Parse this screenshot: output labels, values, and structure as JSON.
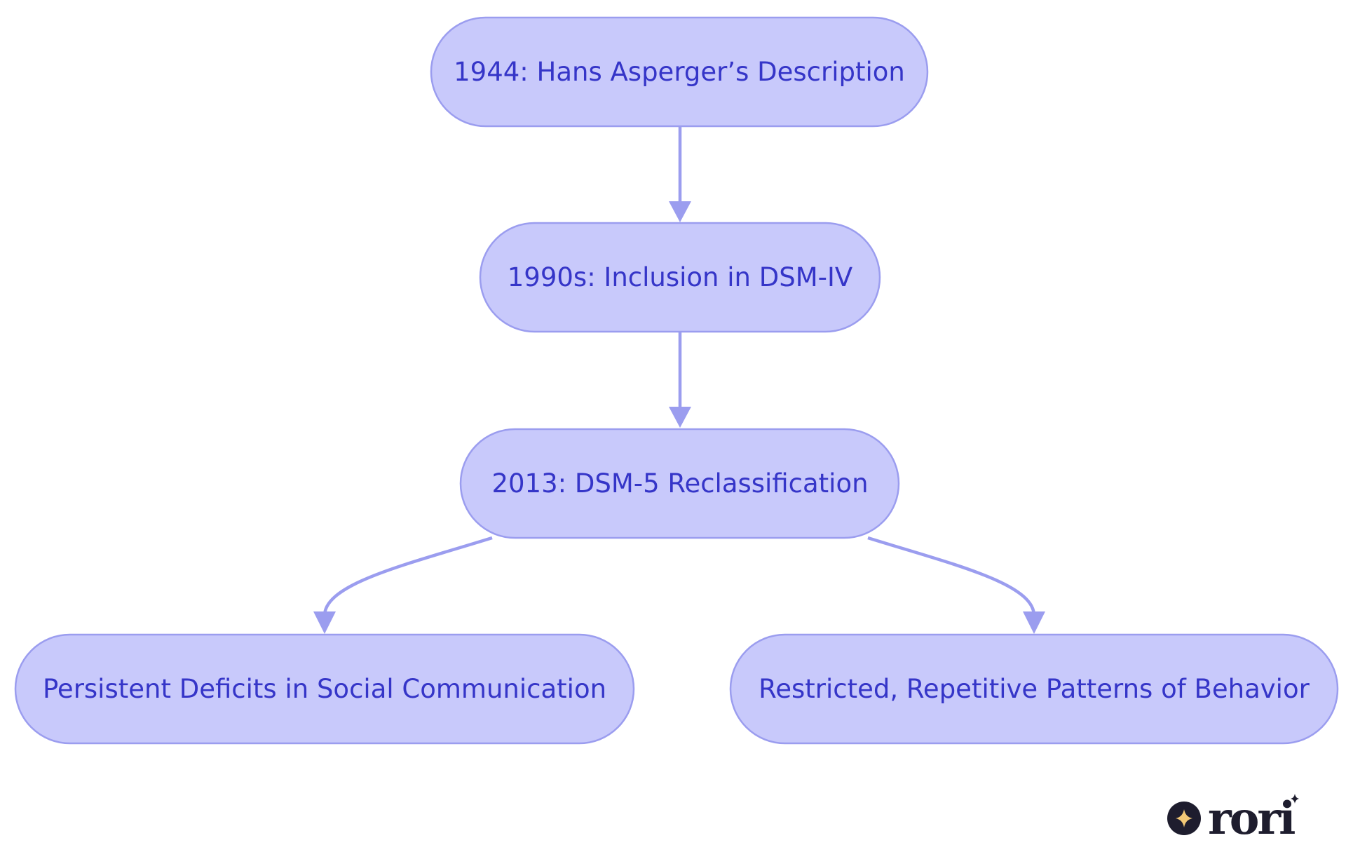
{
  "nodes": [
    {
      "id": "n1944",
      "label": "1944: Hans Asperger’s Description"
    },
    {
      "id": "n1990s",
      "label": "1990s: Inclusion in DSM-IV"
    },
    {
      "id": "n2013",
      "label": "2013: DSM-5 Reclassification"
    },
    {
      "id": "social",
      "label": "Persistent Deficits in Social Communication"
    },
    {
      "id": "behavior",
      "label": "Restricted, Repetitive Patterns of Behavior"
    }
  ],
  "edges": [
    {
      "from": "n1944",
      "to": "n1990s"
    },
    {
      "from": "n1990s",
      "to": "n2013"
    },
    {
      "from": "n2013",
      "to": "social"
    },
    {
      "from": "n2013",
      "to": "behavior"
    }
  ],
  "logo": {
    "text": "rori",
    "icon": "sparkle-icon"
  },
  "colors": {
    "node_fill": "#c8c9fb",
    "node_stroke": "#9b9def",
    "node_text": "#3535c8",
    "edge": "#9b9def",
    "logo_dark": "#1e1d2e",
    "logo_accent": "#f2c877"
  }
}
